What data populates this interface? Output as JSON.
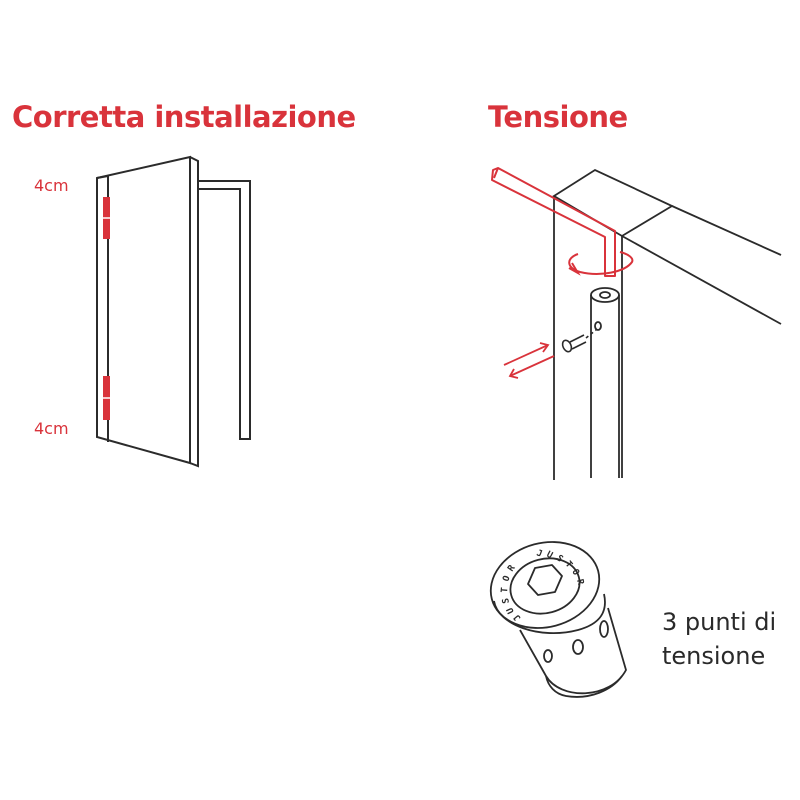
{
  "colors": {
    "accent": "#d9333b",
    "line": "#2b2b2b",
    "background": "#ffffff"
  },
  "left_panel": {
    "title": "Corretta installazione",
    "hinge_top_distance": "4cm",
    "hinge_bottom_distance": "4cm"
  },
  "right_panel": {
    "title": "Tensione",
    "brand_on_cap": "JUSTOR",
    "caption_line1": "3 punti di",
    "caption_line2": "tensione"
  },
  "icons": [
    "door-illustration",
    "hex-key-icon",
    "rotation-arrow-icon",
    "bidirectional-arrow-icon",
    "tension-cap-illustration"
  ]
}
